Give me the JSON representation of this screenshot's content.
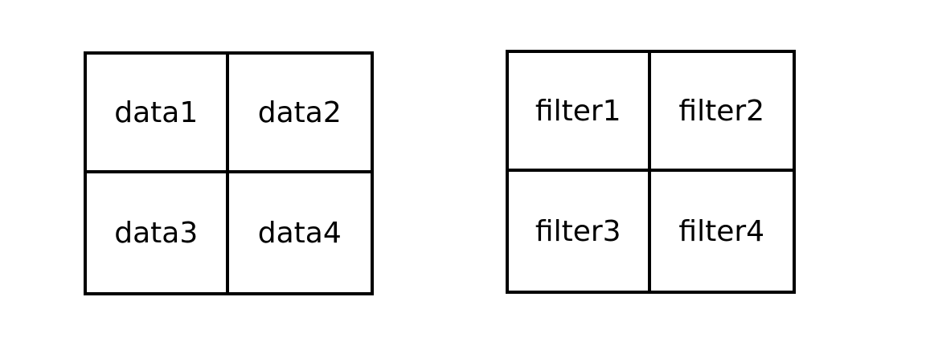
{
  "data_grid": {
    "cells": [
      "data1",
      "data2",
      "data3",
      "data4"
    ]
  },
  "filter_grid": {
    "cells": [
      "filter1",
      "filter2",
      "filter3",
      "filter4"
    ]
  }
}
